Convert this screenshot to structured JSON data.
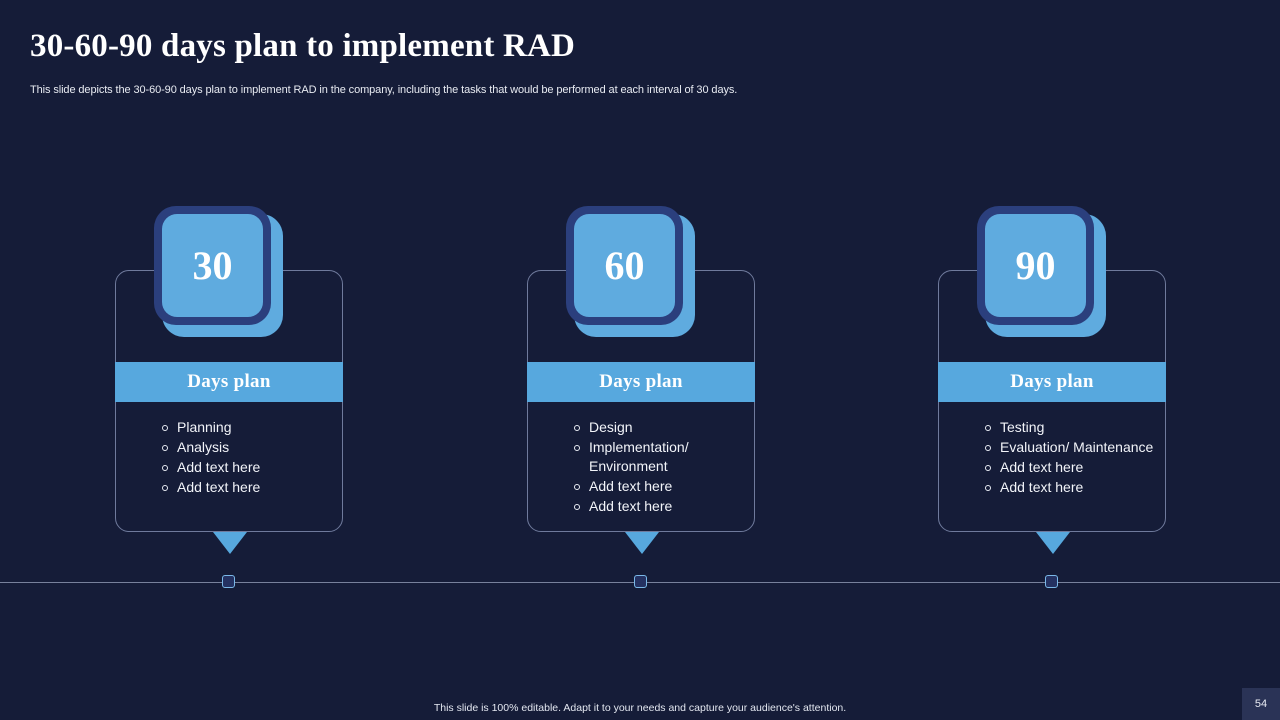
{
  "slide": {
    "title": "30-60-90 days plan to implement RAD",
    "subtitle": "This slide depicts the 30-60-90 days plan to implement RAD in the company, including the tasks that would be performed at each interval of 30 days.",
    "footer_note": "This slide is 100% editable. Adapt it to your needs and capture your audience's attention.",
    "page_number": "54",
    "background_color": "#151c38",
    "accent_color": "#57a8de",
    "badge_ring_color": "#2b3f7d",
    "timeline_color": "#9aa3bd"
  },
  "columns": [
    {
      "number": "30",
      "header": "Days plan",
      "items": [
        "Planning",
        "Analysis",
        "Add text here",
        "Add text here"
      ]
    },
    {
      "number": "60",
      "header": "Days plan",
      "items": [
        "Design",
        "Implementation/ Environment",
        "Add text here",
        "Add text here"
      ]
    },
    {
      "number": "90",
      "header": "Days plan",
      "items": [
        "Testing",
        "Evaluation/ Maintenance",
        "Add text here",
        "Add text here"
      ]
    }
  ]
}
